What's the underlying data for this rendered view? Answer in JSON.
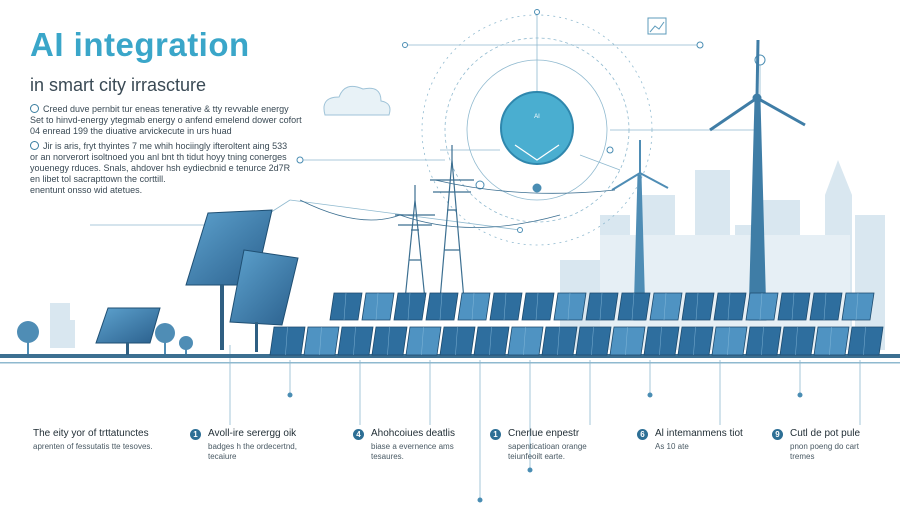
{
  "header": {
    "title": "AI integration",
    "subtitle": "in smart city irrasсture"
  },
  "intro": {
    "para1": [
      "Creed duve pernbit tur eneas tenerative & tty revvable energy",
      "Set to hinvd-energy ytegmab energy o anfend emelend dower cofort",
      "04 enread 199 the diuative arvickecute in urs huad"
    ],
    "para2": [
      "Jir is aris, fryt thyintes 7 me whih hociingly ifteroltent aing 533",
      "or an norverort isoltnoed you anl bnt th tidut hoyy tning conerges",
      "youenegy rduces. Snals, ahdover hsh eydiecbnid e tenurce 2d7R",
      "en libet tol sacrapttown the corttill.",
      "enentunt onsso wid atetues."
    ]
  },
  "features": [
    {
      "number": "",
      "title": "The eity yor of trttatunctes",
      "desc": [
        "aprenten of fessutatis tte tesoves."
      ]
    },
    {
      "number": "1",
      "title": "Avoll-ire serergg oik",
      "desc": [
        "badges h the ordecertnd,",
        "tecaiure"
      ]
    },
    {
      "number": "4",
      "title": "Ahohcoiues deatlis",
      "desc": [
        "biase a evernence ams",
        "tesaures."
      ]
    },
    {
      "number": "1",
      "title": "Cnerlue enpestr",
      "desc": [
        "sapenticatioan orange",
        "teiunfeoilt earte."
      ]
    },
    {
      "number": "6",
      "title": "Al intemanmens tiot",
      "desc": [
        "As 10 ate"
      ]
    },
    {
      "number": "9",
      "title": "Cutl de pot pule",
      "desc": [
        "pnon poeng do cart",
        "tremes"
      ]
    }
  ],
  "colors": {
    "accent": "#3aa6c9",
    "panel_dark": "#2e6e9e",
    "panel_light": "#4f93c2",
    "skyline": "#d7e6ef",
    "line": "#8fb9cf"
  }
}
